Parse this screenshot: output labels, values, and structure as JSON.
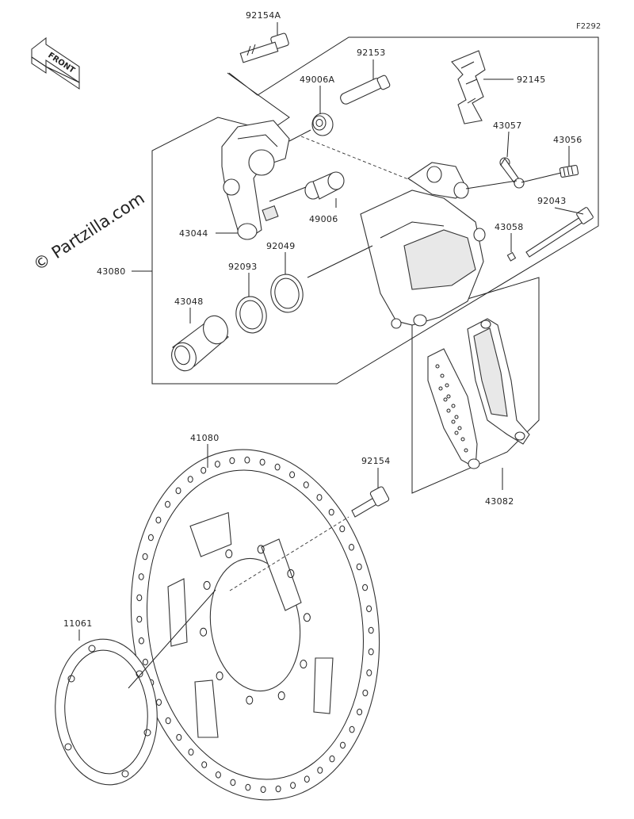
{
  "figure_ref": "F2292",
  "watermark": "© Partzilla.com",
  "front_badge": {
    "label": "FRONT",
    "icon": "front-arrow-icon"
  },
  "callouts": [
    {
      "id": "92154A",
      "label": "92154A"
    },
    {
      "id": "92153",
      "label": "92153"
    },
    {
      "id": "92145",
      "label": "92145"
    },
    {
      "id": "49006A",
      "label": "49006A"
    },
    {
      "id": "43057",
      "label": "43057"
    },
    {
      "id": "43056",
      "label": "43056"
    },
    {
      "id": "49006",
      "label": "49006"
    },
    {
      "id": "92043",
      "label": "92043"
    },
    {
      "id": "43044",
      "label": "43044"
    },
    {
      "id": "43058",
      "label": "43058"
    },
    {
      "id": "92049",
      "label": "92049"
    },
    {
      "id": "92093",
      "label": "92093"
    },
    {
      "id": "43080",
      "label": "43080"
    },
    {
      "id": "43048",
      "label": "43048"
    },
    {
      "id": "41080",
      "label": "41080"
    },
    {
      "id": "92154",
      "label": "92154"
    },
    {
      "id": "43082",
      "label": "43082"
    },
    {
      "id": "11061",
      "label": "11061"
    }
  ]
}
